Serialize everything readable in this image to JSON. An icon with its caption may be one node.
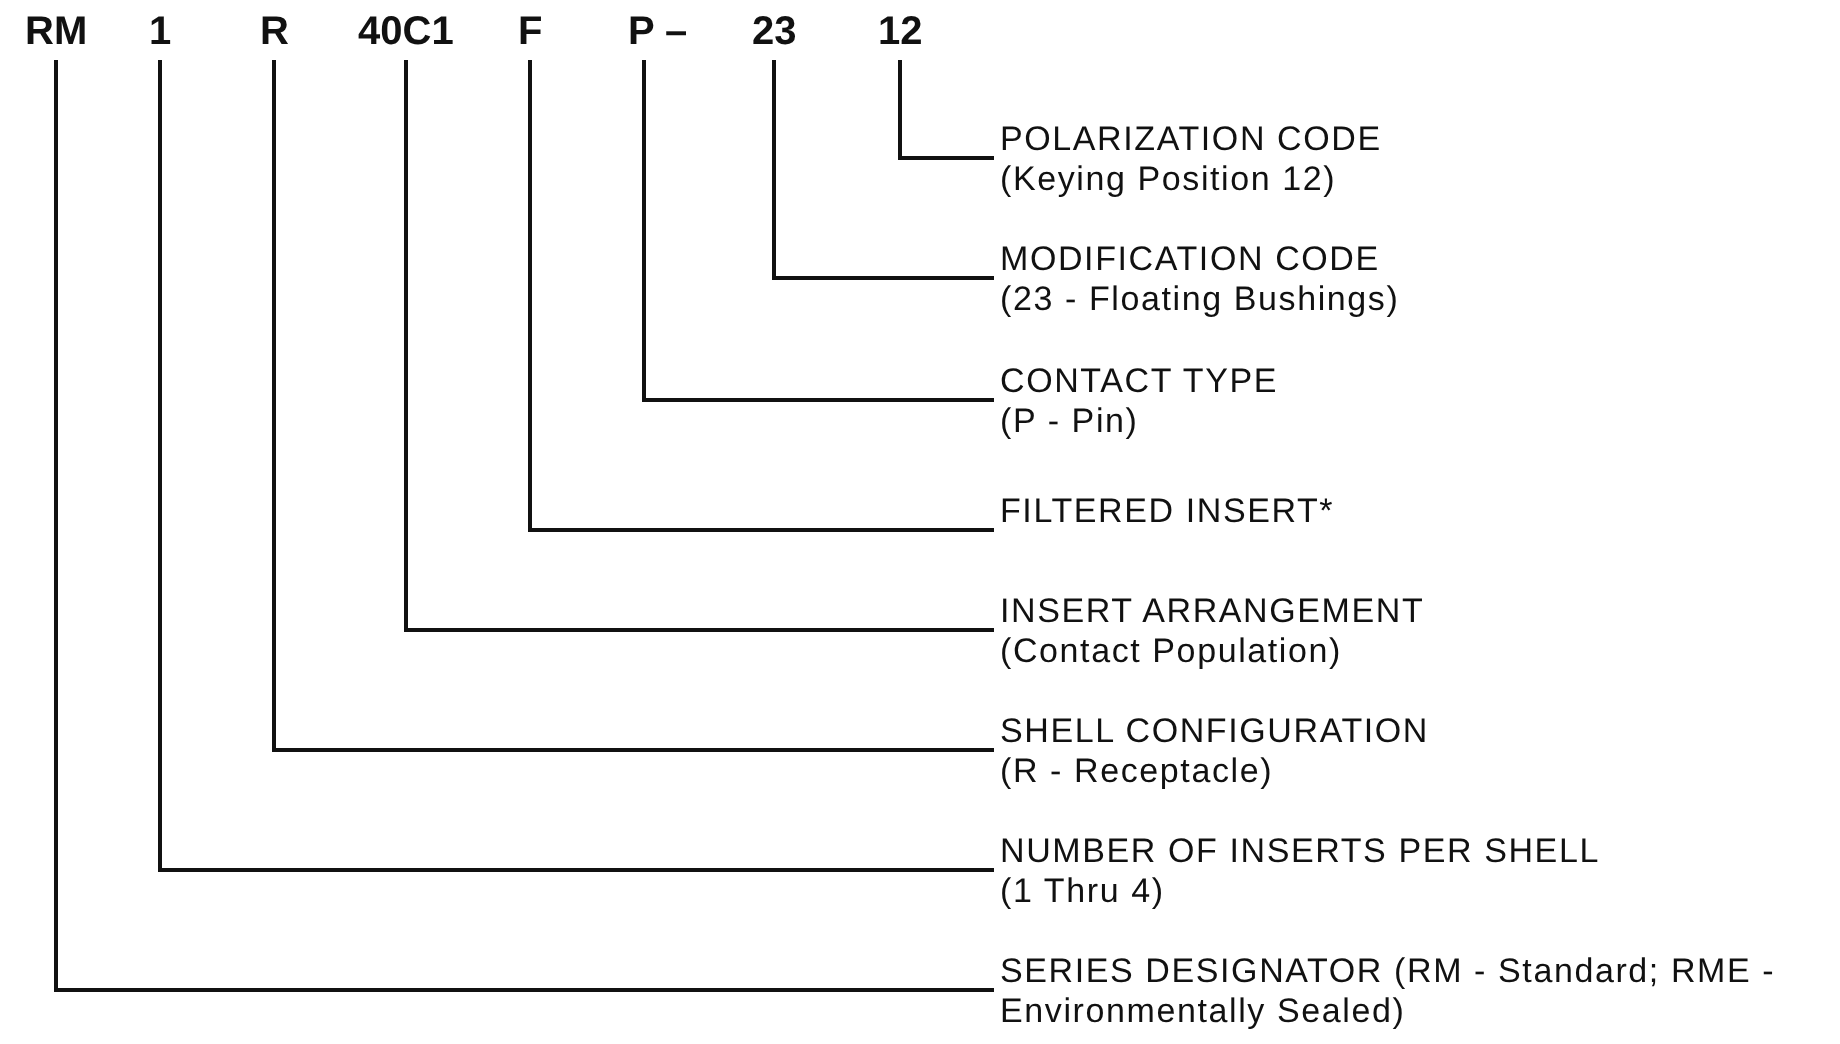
{
  "diagram": {
    "nodes": [
      {
        "text": [
          "RM"
        ]
      },
      {
        "text": [
          "1"
        ]
      },
      {
        "text": [
          "R"
        ]
      },
      {
        "text": [
          "40C1"
        ]
      },
      {
        "text": [
          "F"
        ]
      },
      {
        "text": [
          "P –"
        ]
      },
      {
        "text": [
          "23"
        ]
      },
      {
        "text": [
          "12"
        ]
      },
      {
        "text": [
          "POLARIZATION CODE",
          "(Keying Position 12)"
        ]
      },
      {
        "text": [
          "MODIFICATION CODE",
          "(23 - Floating Bushings)"
        ]
      },
      {
        "text": [
          "CONTACT TYPE",
          "(P - Pin)"
        ]
      },
      {
        "text": [
          "FILTERED INSERT*"
        ]
      },
      {
        "text": [
          "INSERT ARRANGEMENT",
          "(Contact Population)"
        ]
      },
      {
        "text": [
          "SHELL CONFIGURATION",
          "(R - Receptacle)"
        ]
      },
      {
        "text": [
          "NUMBER OF INSERTS PER SHELL",
          "(1 Thru 4)"
        ]
      },
      {
        "text": [
          "SERIES DESIGNATOR (RM - Standard; RME - Environmentally Sealed)"
        ]
      }
    ],
    "edges": [
      {
        "from": 7,
        "to": 8,
        "arrow": "none"
      },
      {
        "from": 6,
        "to": 9,
        "arrow": "none"
      },
      {
        "from": 5,
        "to": 10,
        "arrow": "none"
      },
      {
        "from": 4,
        "to": 11,
        "arrow": "none"
      },
      {
        "from": 3,
        "to": 12,
        "arrow": "none"
      },
      {
        "from": 2,
        "to": 13,
        "arrow": "none"
      },
      {
        "from": 1,
        "to": 14,
        "arrow": "none"
      },
      {
        "from": 0,
        "to": 15,
        "arrow": "none"
      }
    ]
  }
}
